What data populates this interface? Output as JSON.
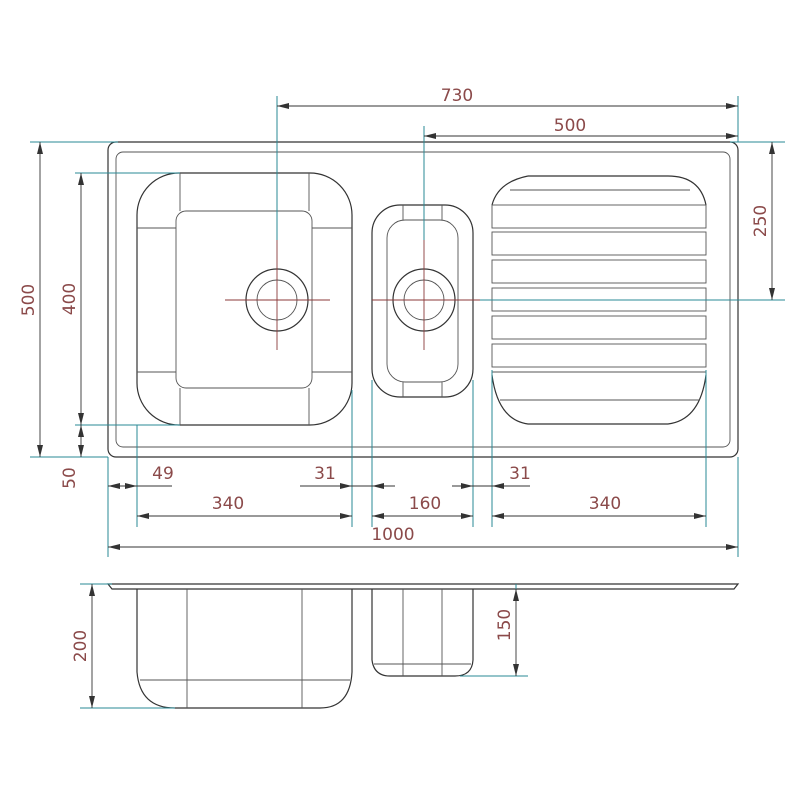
{
  "dimensions": {
    "faucet_offset": "730",
    "bowl2_offset": "500",
    "tap_depth": "250",
    "total_depth": "500",
    "bowl_depth": "400",
    "bottom_margin": "50",
    "left_margin": "49",
    "gap1": "31",
    "gap2": "31",
    "bowl1_width": "340",
    "bowl2_width": "160",
    "drainer_width": "340",
    "total_width": "1000",
    "bowl1_height": "200",
    "bowl2_height": "150"
  },
  "colors": {
    "outline": "#333333",
    "extension_lines": "#2a8a96",
    "centerlines": "#8b3a3a",
    "dimension_text": "#8b4a4a"
  }
}
